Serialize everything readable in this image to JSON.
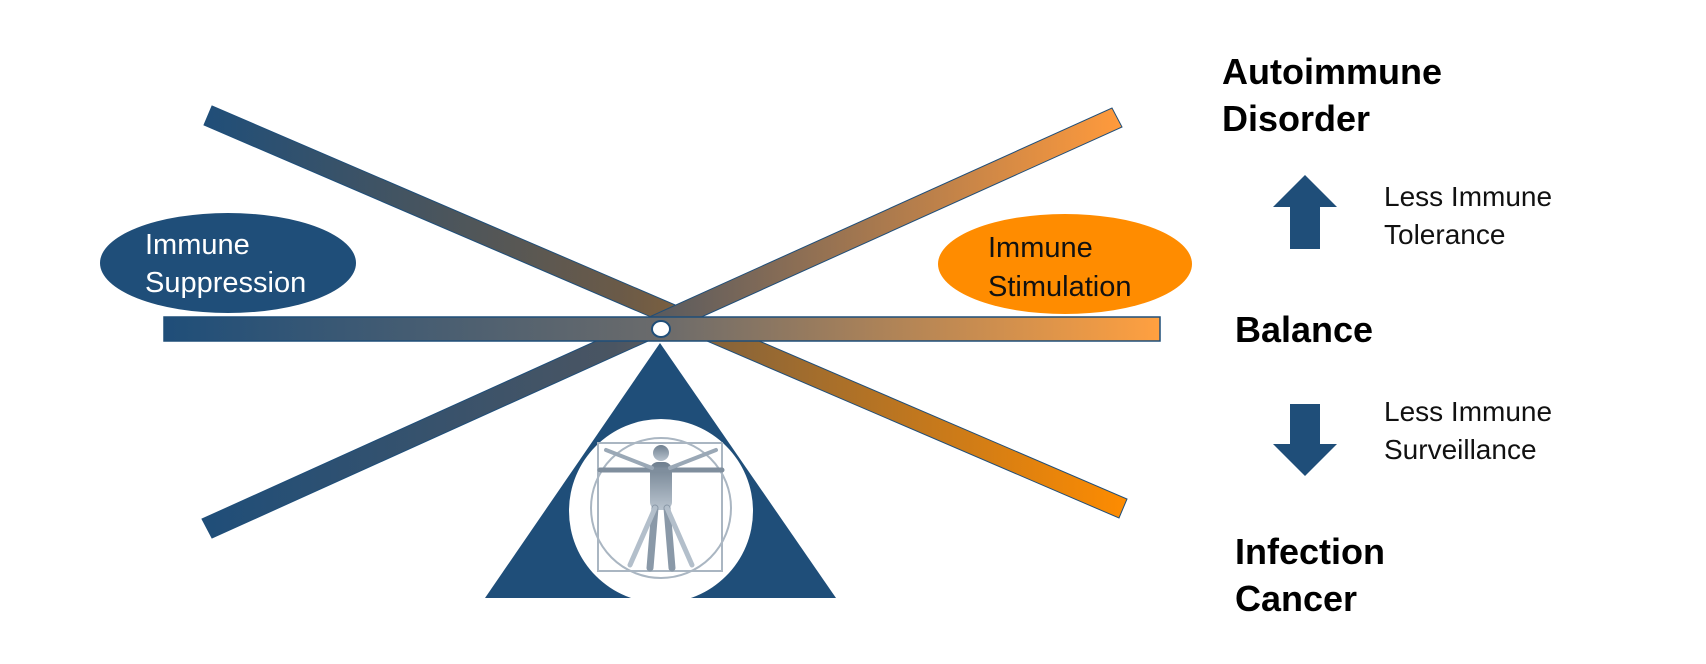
{
  "colors": {
    "navy": "#1f4e79",
    "orange": "#ff8c00",
    "light_orange": "#ffa040",
    "white": "#ffffff",
    "figure_gray": "#8a99a8"
  },
  "left_oval": {
    "line1": "Immune",
    "line2": "Suppression"
  },
  "right_oval": {
    "line1": "Immune",
    "line2": "Stimulation"
  },
  "states": {
    "autoimmune_line1": "Autoimmune",
    "autoimmune_line2": "Disorder",
    "balance": "Balance",
    "infection": "Infection",
    "cancer": "Cancer"
  },
  "effects": {
    "up_line1": "Less Immune",
    "up_line2": "Tolerance",
    "down_line1": "Less Immune",
    "down_line2": "Surveillance"
  },
  "icons": {
    "up": "arrow-up-icon",
    "down": "arrow-down-icon",
    "pivot": "vitruvian-man-icon"
  }
}
